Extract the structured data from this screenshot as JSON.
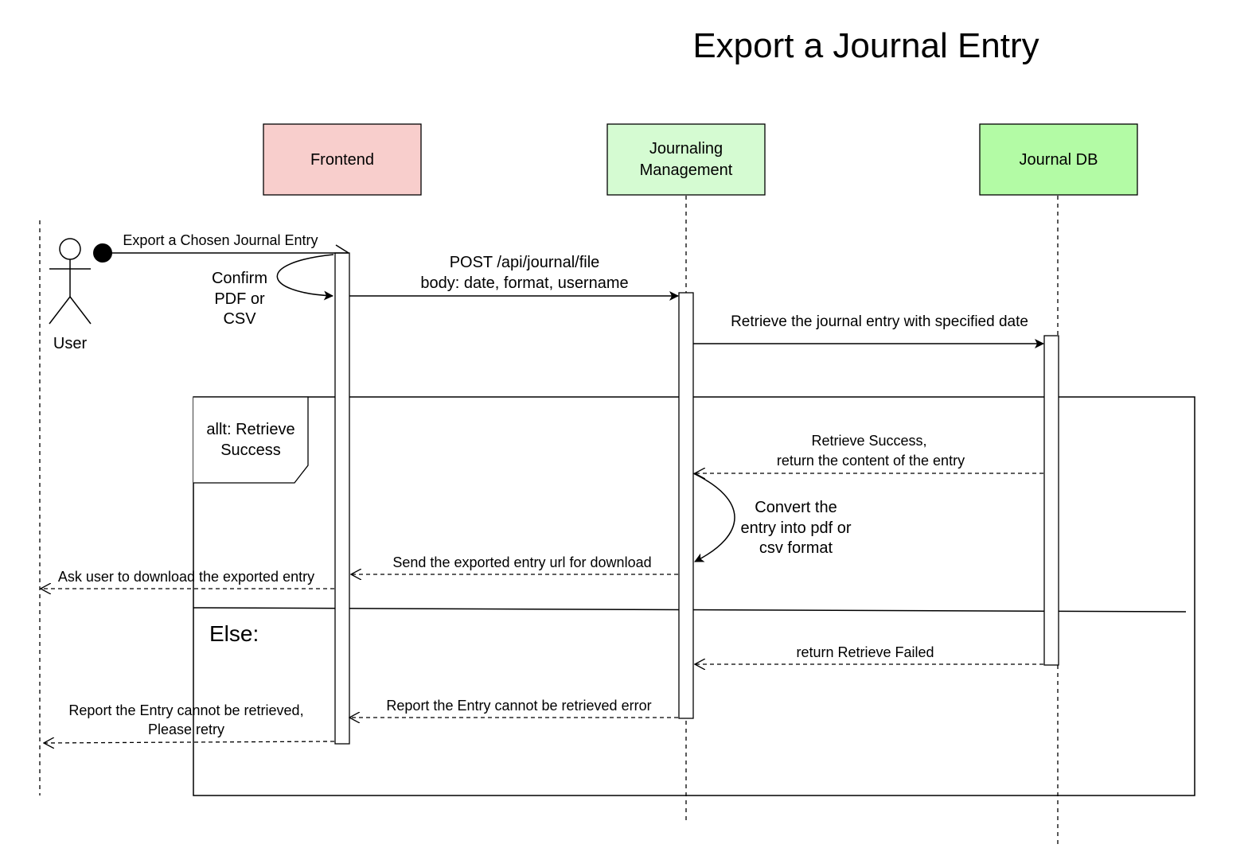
{
  "title": "Export a Journal Entry",
  "actor": {
    "label": "User"
  },
  "participants": [
    {
      "id": "frontend",
      "lines": [
        "Frontend"
      ],
      "color": "#f8cecc"
    },
    {
      "id": "journaling",
      "lines": [
        "Journaling",
        "Management"
      ],
      "color": "#d5fbd2"
    },
    {
      "id": "db",
      "lines": [
        "Journal DB"
      ],
      "color": "#b3fba5"
    }
  ],
  "messages": {
    "export_chosen": "Export a Chosen Journal Entry",
    "confirm": [
      "Confirm",
      "PDF or",
      "CSV"
    ],
    "post": [
      "POST /api/journal/file",
      "body: date, format, username"
    ],
    "retrieve": "Retrieve the journal entry with specified date",
    "retrieve_success": [
      "Retrieve Success,",
      "return the content of the entry"
    ],
    "convert": [
      "Convert the",
      "entry into pdf or",
      "csv format"
    ],
    "send_url": "Send the exported entry url for download",
    "ask_download": "Ask user to download the exported entry",
    "retrieve_failed": "return Retrieve Failed",
    "report_error": "Report the Entry cannot be retrieved error",
    "report_retry": [
      "Report the Entry cannot be retrieved,",
      "Please retry"
    ]
  },
  "fragment": {
    "label": [
      "allt: Retrieve",
      "Success"
    ],
    "else_label": "Else:"
  }
}
